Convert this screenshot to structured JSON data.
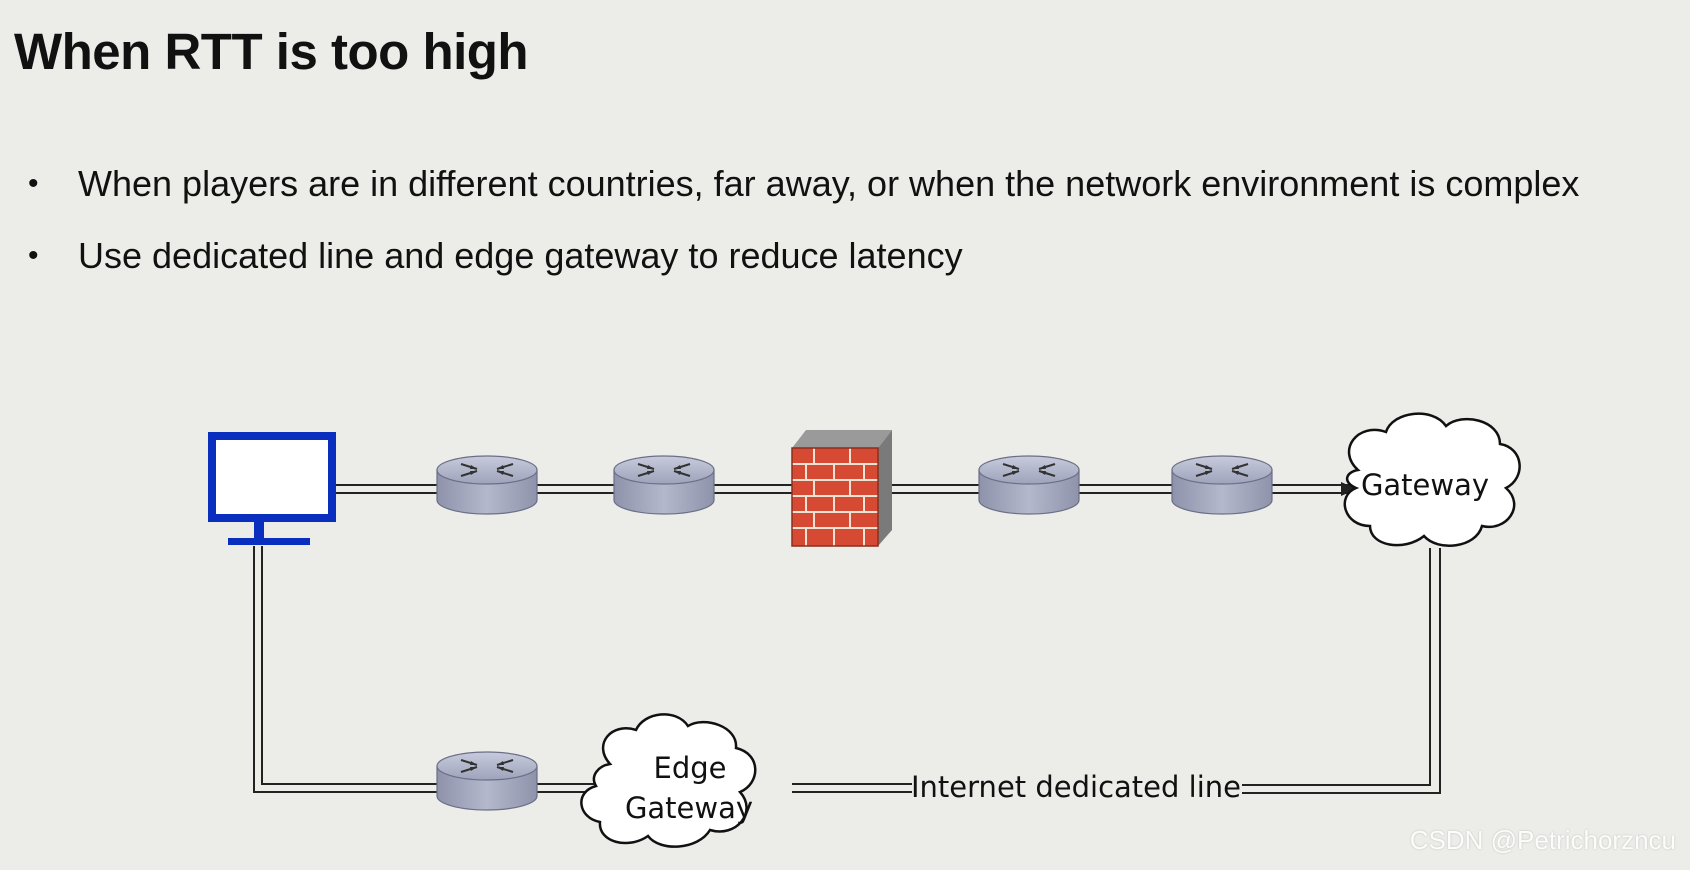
{
  "slide": {
    "title": "When RTT is too high",
    "bullets": [
      "When players are in different countries, far away, or when the network environment is complex",
      "Use dedicated line and edge gateway to reduce latency"
    ]
  },
  "diagram": {
    "gateway_label": "Gateway",
    "edge_gateway_label_line1": "Edge",
    "edge_gateway_label_line2": "Gateway",
    "dedicated_line_label": "Internet dedicated line",
    "colors": {
      "computer": "#0a2fbf",
      "router_body": "#a9aec4",
      "firewall_brick": "#d64a33",
      "firewall_top": "#8a8a8a"
    }
  },
  "watermark": "CSDN @Petrichorzncu"
}
